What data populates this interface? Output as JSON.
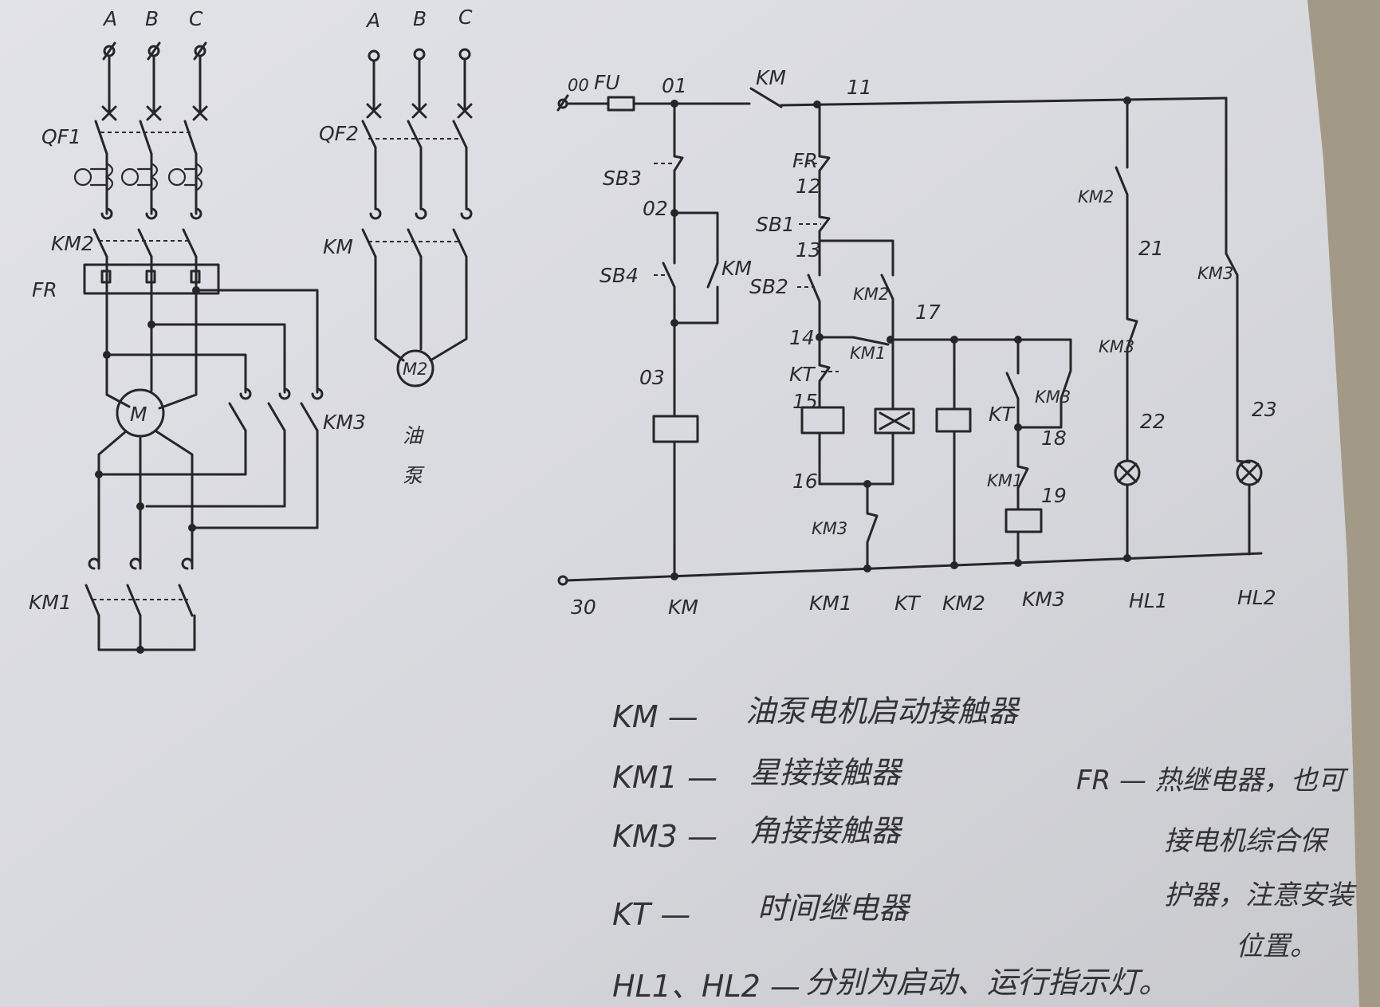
{
  "power_circuit": {
    "phases": [
      "A",
      "B",
      "C"
    ],
    "breaker": "QF1",
    "contactor_top": "KM2",
    "thermal_relay": "FR",
    "motor": "M",
    "contactor_delta": "KM3",
    "contactor_star": "KM1"
  },
  "pump_circuit": {
    "phases": [
      "A",
      "B",
      "C"
    ],
    "breaker": "QF2",
    "contactor": "KM",
    "motor": "M2",
    "caption_1": "油",
    "caption_2": "泵"
  },
  "control_circuit": {
    "top": {
      "n00": "00",
      "fuse": "FU",
      "n01": "01",
      "km": "KM",
      "n11": "11"
    },
    "left": {
      "sb3": "SB3",
      "n02": "02",
      "sb4": "SB4",
      "km": "KM",
      "n03": "03"
    },
    "middle": {
      "fr": "FR",
      "n12": "12",
      "sb1": "SB1",
      "n13": "13",
      "sb2": "SB2",
      "km2": "KM2",
      "n14": "14",
      "km1": "KM1",
      "n17": "17",
      "kt": "KT",
      "n15": "15",
      "n16": "16",
      "km3": "KM3"
    },
    "km3_branch": {
      "kt": "KT",
      "km3": "KM3",
      "n18": "18",
      "km1": "KM1",
      "n19": "19"
    },
    "lamps": {
      "km2": "KM2",
      "n21": "21",
      "km3_a": "KM3",
      "n22": "22",
      "km3_b": "KM3",
      "n23": "23"
    },
    "bottom_labels": [
      "30",
      "KM",
      "KM1",
      "KT",
      "KM2",
      "KM3",
      "HL1",
      "HL2"
    ]
  },
  "legend": [
    {
      "code": "KM —",
      "desc": "油泵电机启动接触器"
    },
    {
      "code": "KM1 —",
      "desc": "星接接触器"
    },
    {
      "code": "KM3 —",
      "desc": "角接接触器"
    },
    {
      "code": "KT —",
      "desc": "时间继电器"
    },
    {
      "code": "HL1、HL2 —",
      "desc": "分别为启动、运行指示灯。"
    }
  ],
  "fr_note": {
    "line1": "FR — 热继电器，也可",
    "line2": "接电机综合保",
    "line3": "护器，注意安装",
    "line4": "位置。"
  }
}
